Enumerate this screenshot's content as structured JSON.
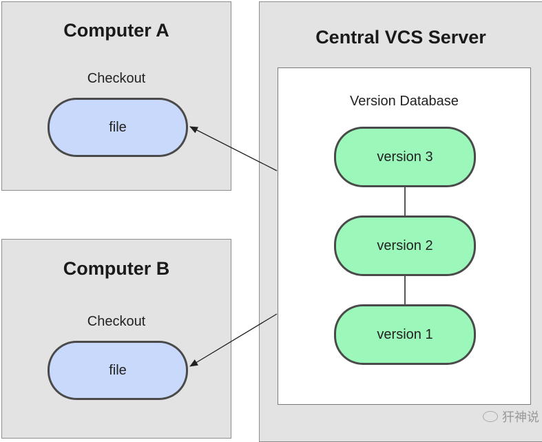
{
  "computer_a": {
    "title": "Computer A",
    "checkout_label": "Checkout",
    "file_label": "file"
  },
  "computer_b": {
    "title": "Computer B",
    "checkout_label": "Checkout",
    "file_label": "file"
  },
  "server": {
    "title": "Central VCS Server",
    "database_label": "Version Database",
    "versions": [
      "version 3",
      "version 2",
      "version 1"
    ]
  },
  "watermark": "犴神说",
  "colors": {
    "panel_bg": "#e3e3e3",
    "file_fill": "#c8d9fb",
    "version_fill": "#9cf7ba",
    "outline": "#4a4a4a"
  }
}
